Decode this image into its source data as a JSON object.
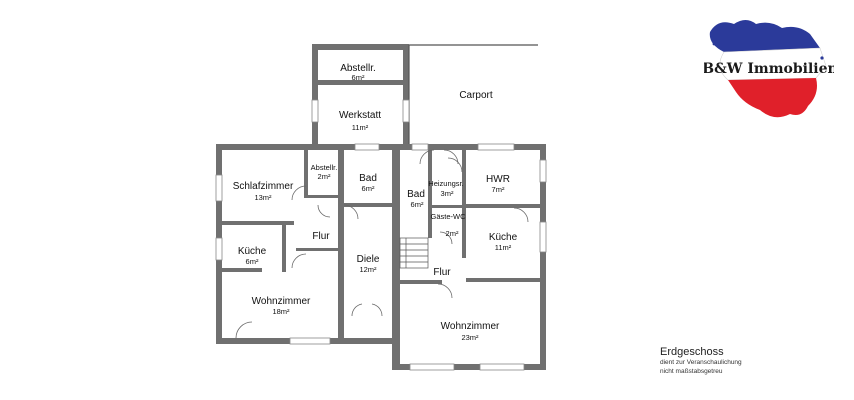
{
  "plan": {
    "rooms": [
      {
        "id": "abstellraum-werkstatt",
        "name": "Abstellr.",
        "area": "6m²"
      },
      {
        "id": "werkstatt",
        "name": "Werkstatt",
        "area": "11m²"
      },
      {
        "id": "carport",
        "name": "Carport",
        "area": ""
      },
      {
        "id": "schlafzimmer",
        "name": "Schlafzimmer",
        "area": "13m²"
      },
      {
        "id": "abstellraum-klein",
        "name": "Abstellr.",
        "area": "2m²"
      },
      {
        "id": "bad-links",
        "name": "Bad",
        "area": "6m²"
      },
      {
        "id": "flur-links",
        "name": "Flur",
        "area": ""
      },
      {
        "id": "kueche-links",
        "name": "Küche",
        "area": "6m²"
      },
      {
        "id": "diele",
        "name": "Diele",
        "area": "12m²"
      },
      {
        "id": "wohnzimmer-links",
        "name": "Wohnzimmer",
        "area": "18m²"
      },
      {
        "id": "bad-rechts",
        "name": "Bad",
        "area": "6m²"
      },
      {
        "id": "heizung",
        "name": "Heizungsr.",
        "area": "3m²"
      },
      {
        "id": "hwr",
        "name": "HWR",
        "area": "7m²"
      },
      {
        "id": "gaeste-wc",
        "name": "Gäste-WC",
        "area": "2m²"
      },
      {
        "id": "kueche-rechts",
        "name": "Küche",
        "area": "11m²"
      },
      {
        "id": "flur-rechts",
        "name": "Flur",
        "area": ""
      },
      {
        "id": "wohnzimmer-rechts",
        "name": "Wohnzimmer",
        "area": "23m²"
      }
    ]
  },
  "caption": {
    "title": "Erdgeschoss",
    "note_line1": "dient zur Veranschaulichung",
    "note_line2": "nicht maßstabsgetreu"
  },
  "logo": {
    "text": "B&W Immobilien",
    "colors": {
      "blue": "#2b3a9a",
      "red": "#e0202a",
      "wall": "#6e6e6e"
    }
  }
}
